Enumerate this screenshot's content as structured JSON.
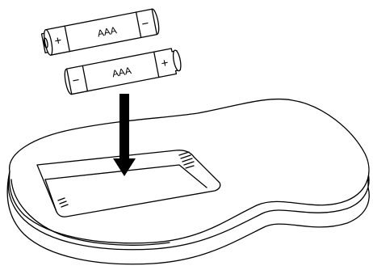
{
  "batteries": [
    {
      "type_label": "AAA",
      "positive_symbol": "+",
      "negative_symbol": "−"
    },
    {
      "type_label": "AAA",
      "positive_symbol": "+",
      "negative_symbol": "−"
    }
  ],
  "colors": {
    "ink": "#000000",
    "paper": "#ffffff"
  },
  "icons": {
    "arrow": "insert-direction-arrow-icon",
    "remote": "remote-control-outline",
    "compartment": "battery-compartment"
  }
}
